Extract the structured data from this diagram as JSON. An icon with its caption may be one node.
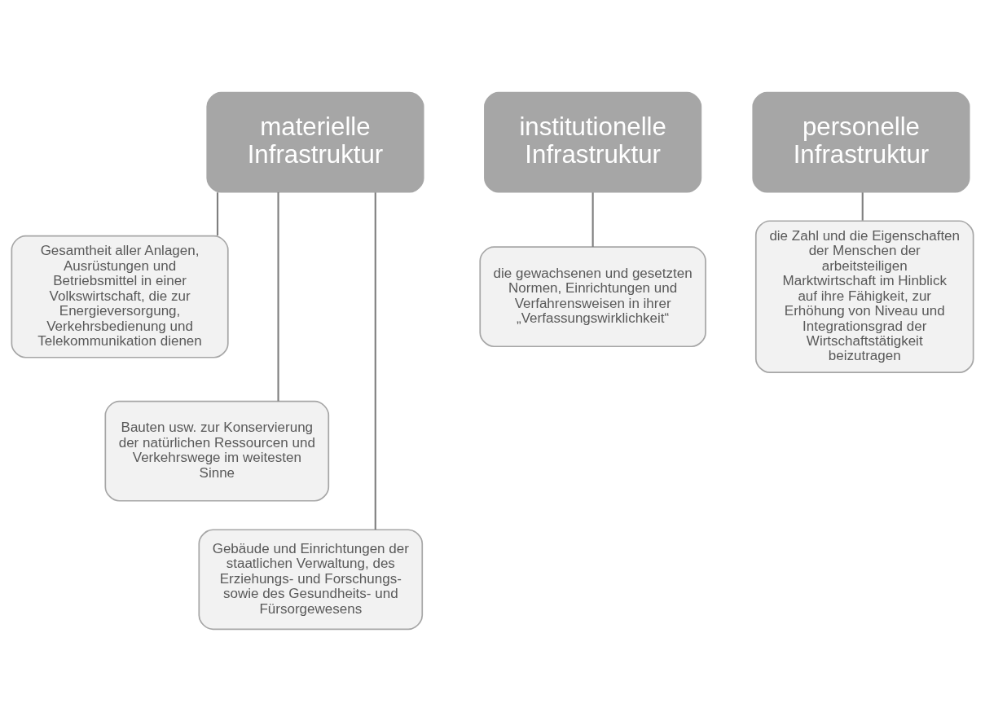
{
  "diagram": {
    "nodes": [
      {
        "text": [
          "materielle Infrastruktur"
        ]
      },
      {
        "text": [
          "institutionelle Infrastruktur"
        ]
      },
      {
        "text": [
          "personelle Infrastruktur"
        ]
      },
      {
        "text": [
          "Gesamtheit aller Anlagen, Ausrüstungen und Betriebsmittel in einer Volkswirtschaft, die zur Energieversorgung, Verkehrsbedienung und Telekommunikation dienen"
        ]
      },
      {
        "text": [
          "Bauten usw. zur Konservierung der natürlichen Ressourcen und Verkehrswege im weitesten Sinne"
        ]
      },
      {
        "text": [
          "Gebäude und Einrichtungen der staatlichen Verwaltung, des Erziehungs- und Forschungs- sowie des Gesundheits- und Fürsorgewesens"
        ]
      },
      {
        "text": [
          "die gewachsenen und gesetzten Normen, Einrichtungen und Verfahrensweisen in ihrer „Verfassungswirklichkeit“"
        ]
      },
      {
        "text": [
          "die Zahl und die Eigenschaften der Menschen der arbeitsteiligen Marktwirtschaft im Hinblick auf ihre Fähigkeit, zur Erhöhung von Niveau und Integrationsgrad der Wirtschaftstätigkeit beizutragen"
        ]
      }
    ],
    "edges": [
      {
        "from": 0,
        "to": 3,
        "arrow": "none"
      },
      {
        "from": 0,
        "to": 4,
        "arrow": "none"
      },
      {
        "from": 0,
        "to": 5,
        "arrow": "none"
      },
      {
        "from": 1,
        "to": 6,
        "arrow": "none"
      },
      {
        "from": 2,
        "to": 7,
        "arrow": "none"
      }
    ]
  }
}
